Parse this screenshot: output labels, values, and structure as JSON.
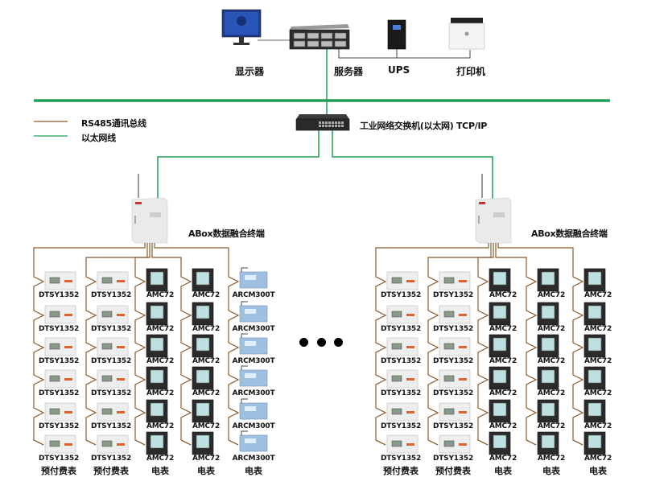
{
  "title": "ABox数据融合终端 系统拓扑图",
  "colors": {
    "ethernet": "#1e9e55",
    "rs485": "#8b5a2b",
    "text": "#111111"
  },
  "top_devices": [
    {
      "id": "monitor",
      "icon": "monitor-icon",
      "label": "显示器"
    },
    {
      "id": "server",
      "icon": "server-icon",
      "label": "服务器"
    },
    {
      "id": "ups",
      "icon": "ups-icon",
      "label": "UPS"
    },
    {
      "id": "printer",
      "icon": "printer-icon",
      "label": "打印机"
    }
  ],
  "switch": {
    "icon": "network-switch-icon",
    "label": "工业网络交换机(以太网) TCP/IP"
  },
  "legend": [
    {
      "type": "rs485",
      "label": "RS485通讯总线"
    },
    {
      "type": "ethernet",
      "label": "以太网线"
    }
  ],
  "gateways": [
    {
      "label": "ABox数据融合终端",
      "columns": [
        {
          "device": "DTSY1352",
          "count": 6,
          "category": "预付费表",
          "kind": "din-meter"
        },
        {
          "device": "DTSY1352",
          "count": 6,
          "category": "预付费表",
          "kind": "din-meter"
        },
        {
          "device": "AMC72",
          "count": 6,
          "category": "电表",
          "kind": "panel-meter"
        },
        {
          "device": "AMC72",
          "count": 6,
          "category": "电表",
          "kind": "panel-meter"
        },
        {
          "device": "ARCM300T",
          "count": 6,
          "category": "电表",
          "kind": "arcm"
        }
      ]
    },
    {
      "label": "ABox数据融合终端",
      "columns": [
        {
          "device": "DTSY1352",
          "count": 6,
          "category": "预付费表",
          "kind": "din-meter"
        },
        {
          "device": "DTSY1352",
          "count": 6,
          "category": "预付费表",
          "kind": "din-meter"
        },
        {
          "device": "AMC72",
          "count": 6,
          "category": "电表",
          "kind": "panel-meter"
        },
        {
          "device": "AMC72",
          "count": 6,
          "category": "电表",
          "kind": "panel-meter"
        },
        {
          "device": "AMC72",
          "count": 6,
          "category": "电表",
          "kind": "panel-meter"
        }
      ]
    }
  ],
  "ellipsis": "…"
}
